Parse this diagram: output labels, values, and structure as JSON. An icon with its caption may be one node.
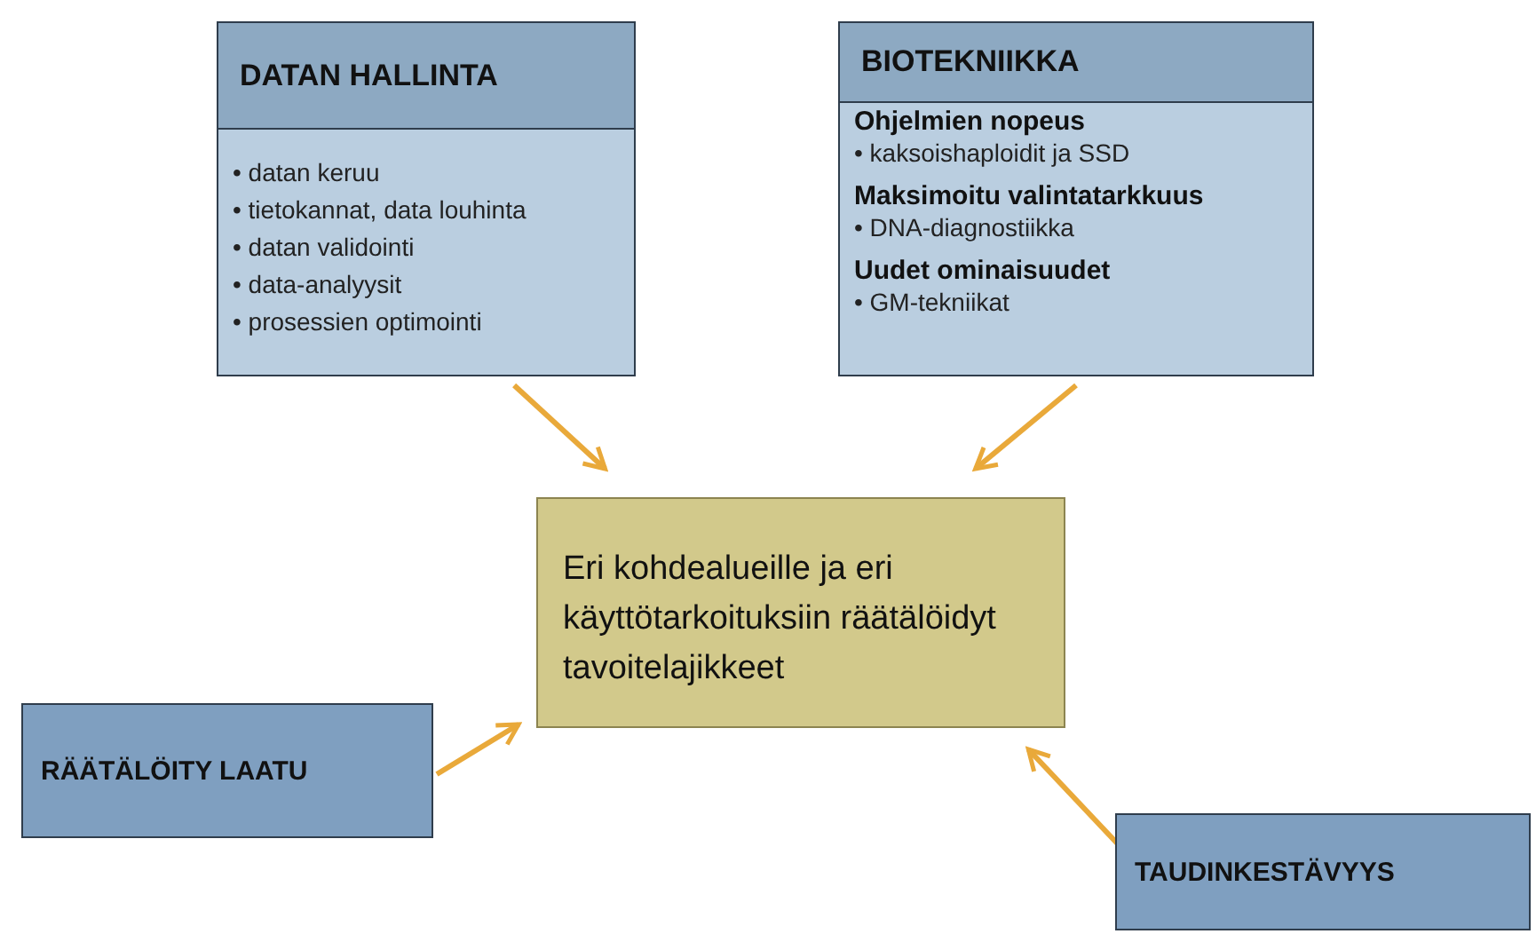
{
  "diagram": {
    "nodes": [
      {
        "text": [
          "DATAN HALLINTA",
          "• datan keruu",
          "• tietokannat, data louhinta",
          "• datan validointi",
          "• data-analyysit",
          "• prosessien optimointi"
        ]
      },
      {
        "text": [
          "BIOTEKNIIKKA",
          "Ohjelmien nopeus",
          "• kaksoishaploidit ja SSD",
          "Maksimoitu valintatarkkuus",
          "• DNA-diagnostiikka",
          "Uudet ominaisuudet",
          "• GM-tekniikat"
        ]
      },
      {
        "text": [
          "Eri kohdealueille  ja eri käyttötarkoituksiin räätälöidyt tavoitelajikkeet"
        ]
      },
      {
        "text": [
          "RÄÄTÄLÖITY LAATU"
        ]
      },
      {
        "text": [
          "TAUDINKESTÄVYYS"
        ]
      }
    ],
    "edges": [
      {
        "from": 0,
        "to": 2,
        "arrow": "to"
      },
      {
        "from": 1,
        "to": 2,
        "arrow": "to"
      },
      {
        "from": 3,
        "to": 2,
        "arrow": "to"
      },
      {
        "from": 4,
        "to": 2,
        "arrow": "to"
      }
    ]
  }
}
